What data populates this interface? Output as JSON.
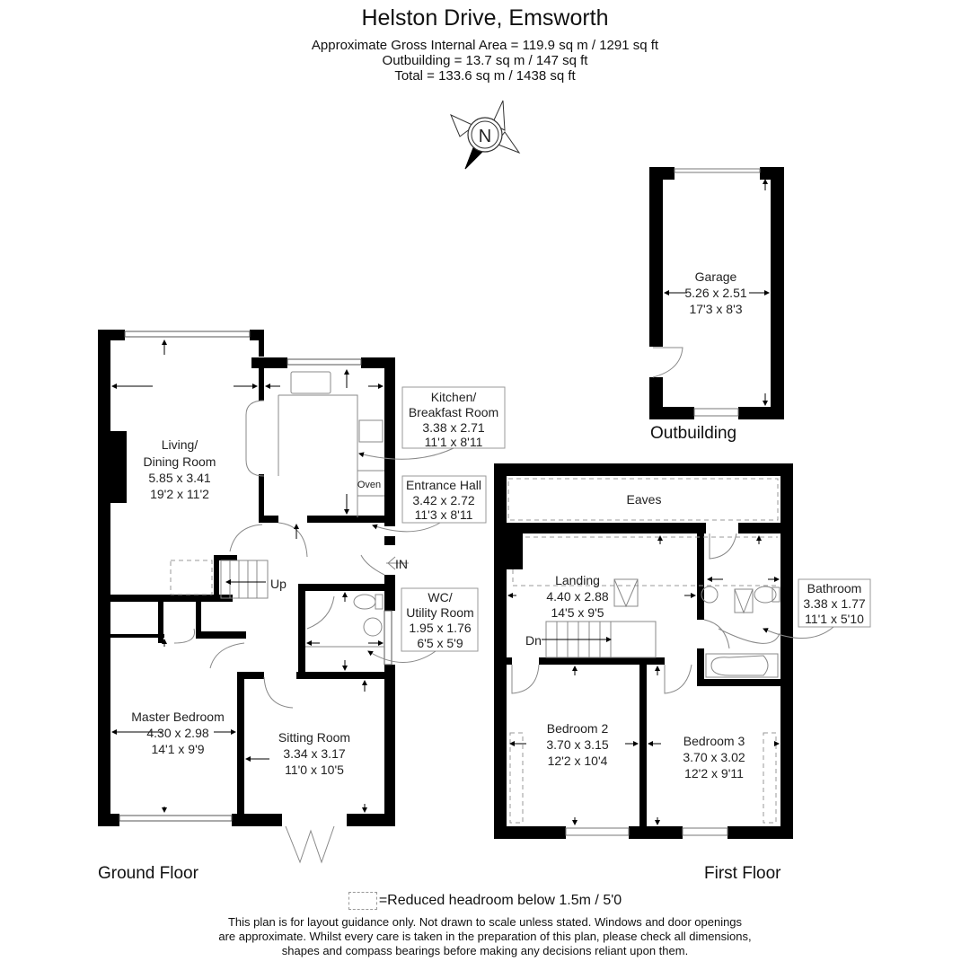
{
  "header": {
    "title": "Helston Drive, Emsworth",
    "gross_area": "Approximate Gross Internal Area = 119.9 sq m / 1291 sq ft",
    "outbuilding_area": "Outbuilding = 13.7 sq m / 147 sq ft",
    "total_area": "Total = 133.6 sq m / 1438 sq ft"
  },
  "compass": {
    "label": "N",
    "icon": "compass-rose-icon"
  },
  "floors": {
    "ground": {
      "label": "Ground Floor",
      "rooms": [
        {
          "name": "Living/",
          "name2": "Dining Room",
          "metric": "5.85 x 3.41",
          "imperial": "19'2 x 11'2"
        },
        {
          "name": "Kitchen/",
          "name2": "Breakfast Room",
          "metric": "3.38 x 2.71",
          "imperial": "11'1 x 8'11"
        },
        {
          "name": "Entrance Hall",
          "metric": "3.42 x 2.72",
          "imperial": "11'3 x 8'11"
        },
        {
          "name": "WC/",
          "name2": "Utility Room",
          "metric": "1.95 x 1.76",
          "imperial": "6'5 x 5'9"
        },
        {
          "name": "Master Bedroom",
          "metric": "4.30 x 2.98",
          "imperial": "14'1 x 9'9"
        },
        {
          "name": "Sitting Room",
          "metric": "3.34 x 3.17",
          "imperial": "11'0 x 10'5"
        }
      ],
      "annotations": {
        "oven": "Oven",
        "stairs_up": "Up",
        "entrance": "IN"
      }
    },
    "first": {
      "label": "First Floor",
      "rooms": [
        {
          "name": "Eaves"
        },
        {
          "name": "Landing",
          "metric": "4.40 x 2.88",
          "imperial": "14'5 x 9'5"
        },
        {
          "name": "Bathroom",
          "metric": "3.38 x 1.77",
          "imperial": "11'1 x 5'10"
        },
        {
          "name": "Bedroom 2",
          "metric": "3.70 x 3.15",
          "imperial": "12'2 x 10'4"
        },
        {
          "name": "Bedroom 3",
          "metric": "3.70 x 3.02",
          "imperial": "12'2 x 9'11"
        }
      ],
      "annotations": {
        "stairs_down": "Dn"
      }
    },
    "outbuilding": {
      "label": "Outbuilding",
      "rooms": [
        {
          "name": "Garage",
          "metric": "5.26 x 2.51",
          "imperial": "17'3 x 8'3"
        }
      ]
    }
  },
  "legend": {
    "text": "=Reduced headroom below 1.5m / 5'0"
  },
  "disclaimer": {
    "line1": "This plan is for layout guidance only. Not drawn to scale unless stated. Windows and door openings",
    "line2": "are approximate. Whilst every care is taken in the preparation of this plan, please check all dimensions,",
    "line3": "shapes and compass bearings before making any decisions reliant upon them."
  },
  "colors": {
    "wall": "#000000",
    "fixture": "#888888",
    "label_border": "#9a9a9a",
    "background": "#ffffff"
  }
}
